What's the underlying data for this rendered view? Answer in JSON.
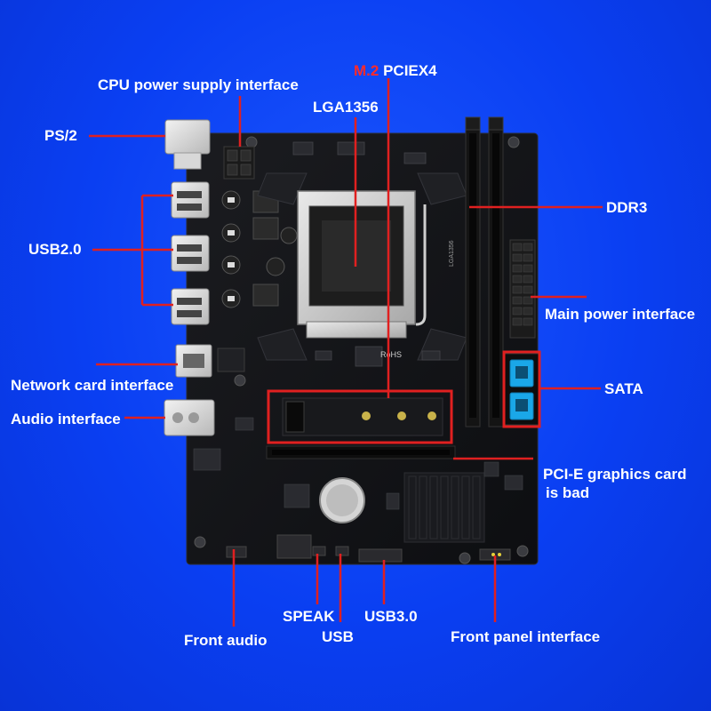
{
  "labels": {
    "cpu_power": "CPU power supply interface",
    "m2_prefix": "M.2",
    "m2_suffix": "PCIEX4",
    "lga": "LGA1356",
    "ps2": "PS/2",
    "ddr3": "DDR3",
    "usb2": "USB2.0",
    "main_power": "Main power interface",
    "network": "Network card interface",
    "sata": "SATA",
    "audio": "Audio interface",
    "pcie_line1": "PCI-E graphics card",
    "pcie_line2": "is bad",
    "speak": "SPEAK",
    "usb3": "USB3.0",
    "usb": "USB",
    "front_audio": "Front audio",
    "front_panel": "Front panel interface"
  },
  "board_text": {
    "socket_model": "LGA1356",
    "rohs": "RoHS"
  },
  "colors": {
    "background": "#0a3ff2",
    "board": "#121316",
    "callout_line": "#e02020",
    "label_text": "#ffffff",
    "m2_highlight": "#ff2a2a",
    "sata_port": "#1aa7e8"
  }
}
